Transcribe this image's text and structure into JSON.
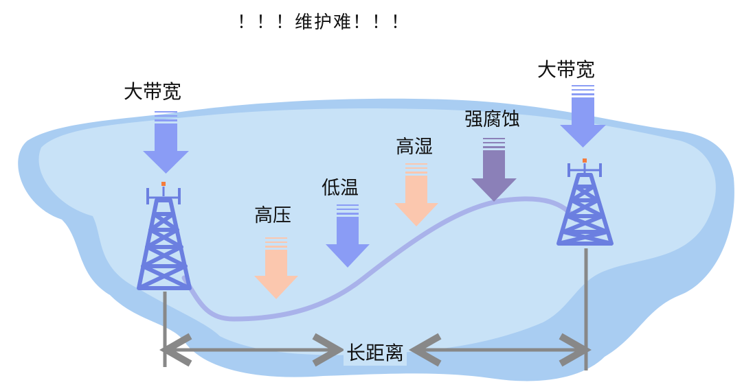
{
  "title": "！！！维护难！！！",
  "labels": {
    "bandwidth_left": "大带宽",
    "bandwidth_right": "大带宽",
    "high_pressure": "高压",
    "low_temperature": "低温",
    "high_humidity": "高湿",
    "strong_corrosion": "强腐蚀",
    "long_distance": "长距离"
  },
  "colors": {
    "water_dark": "#a9cdf2",
    "water_light": "#c8e2f7",
    "tower": "#6b7fe0",
    "cable": "#a9b2ea",
    "arrow_bandwidth": "#8a9cf5",
    "arrow_pressure": "#fbc7ae",
    "arrow_cold": "#8a9cf5",
    "arrow_corrosion": "#8b80b8",
    "dimension_line": "#888888"
  },
  "icons": [
    "tower-icon",
    "down-arrow-icon",
    "double-arrow-icon"
  ]
}
